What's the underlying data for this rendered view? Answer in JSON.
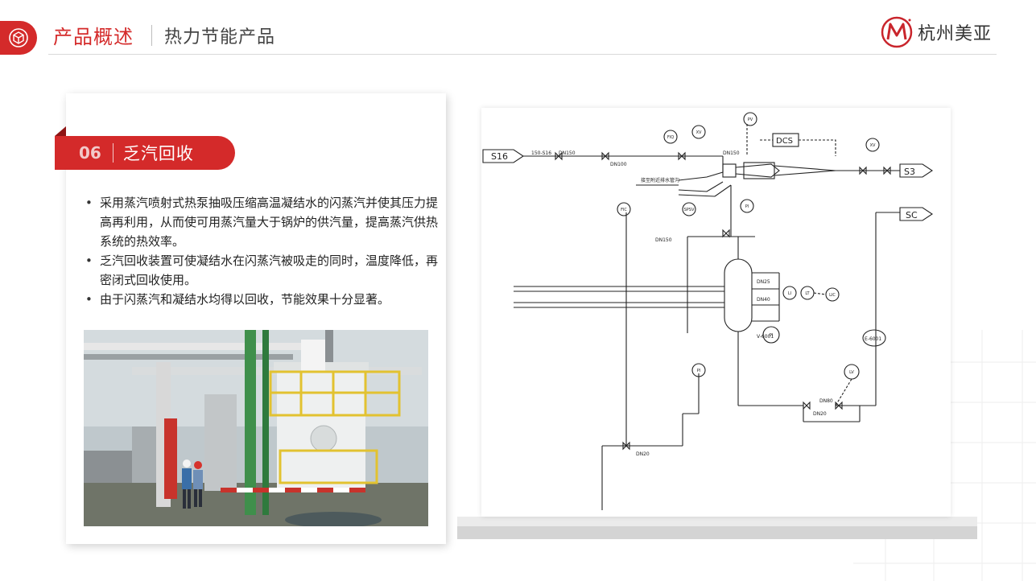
{
  "header": {
    "title": "产品概述",
    "subtitle": "热力节能产品",
    "logo_text": "杭州美亚",
    "logo_mark": "M",
    "icon": "cube-icon",
    "accent": "#d42a2a"
  },
  "card": {
    "number": "06",
    "title": "乏汽回收",
    "bullets": [
      "采用蒸汽喷射式热泵抽吸压缩高温凝结水的闪蒸汽并使其压力提高再利用，从而使可用蒸汽量大于锅炉的供汽量，提高蒸汽供热系统的热效率。",
      "乏汽回收装置可使凝结水在闪蒸汽被吸走的同时，温度降低，再密闭式回收使用。",
      "由于闪蒸汽和凝结水均得以回收，节能效果十分显著。"
    ]
  },
  "diagram": {
    "inlet_label": "S16",
    "outlet_s3": "S3",
    "outlet_sc": "SC",
    "dcs_label": "DCS",
    "vessel_label": "V-6001",
    "exchanger_label": "E-6001",
    "note_label": "接至附近排水管沟",
    "instruments": [
      "FIQ",
      "XV",
      "PV",
      "XV",
      "FIC",
      "PI",
      "SPSV",
      "PI",
      "LI",
      "LT",
      "LIC",
      "PI",
      "LV"
    ],
    "line_numbers": [
      "150-S16",
      "DN150",
      "DN100",
      "DN150",
      "DN25",
      "DN40",
      "DN20",
      "DN80",
      "DN150",
      "DN20"
    ]
  }
}
